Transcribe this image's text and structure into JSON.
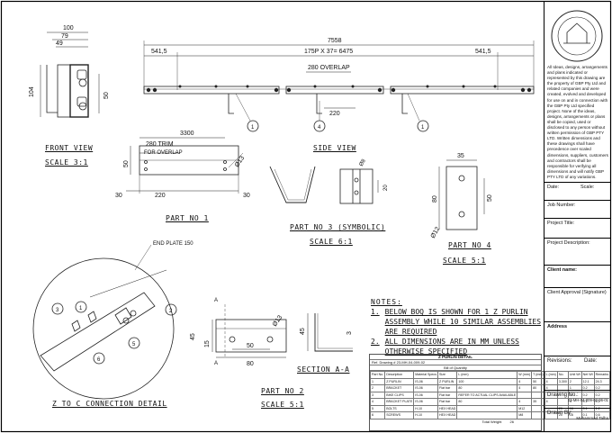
{
  "views": {
    "front": {
      "title": "FRONT VIEW",
      "scale": "SCALE 3:1",
      "dims": [
        "100",
        "79",
        "49",
        "104",
        "50"
      ]
    },
    "side": {
      "title": "SIDE VIEW",
      "dims": {
        "total": "7558",
        "left": "541,5",
        "middle": "175P X 37= 6475",
        "right": "541,5",
        "overlap": "280 OVERLAP",
        "gap": "220"
      },
      "balloons": [
        "1",
        "4",
        "1"
      ]
    },
    "part1": {
      "title": "PART NO 1",
      "dims": {
        "length": "3300",
        "trim": "280 TRIM",
        "trim_note": "FOR OVERLAP",
        "height": "50",
        "hole": "Ø13",
        "a": "30",
        "b": "220",
        "c": "30"
      }
    },
    "part3": {
      "title": "PART NO 3 (SYMBOLIC)",
      "scale": "SCALE 6:1",
      "dims": [
        "Ø8",
        "20"
      ]
    },
    "part4": {
      "title": "PART NO 4",
      "scale": "SCALE 5:1",
      "dims": [
        "35",
        "80",
        "50",
        "Ø12"
      ]
    },
    "detail": {
      "title": "Z TO C CONNECTION DETAIL",
      "end_plate": "END PLATE 150",
      "balloons": [
        "3",
        "1",
        "2",
        "5",
        "6"
      ]
    },
    "part2": {
      "title": "PART NO 2",
      "scale": "SCALE 5:1",
      "dims": [
        "A",
        "A",
        "45",
        "15",
        "50",
        "80",
        "Ø13"
      ]
    },
    "section": {
      "title": "SECTION A-A",
      "dims": [
        "45",
        "3"
      ]
    }
  },
  "notes": {
    "heading": "NOTES:",
    "items": [
      {
        "num": "1.",
        "text": "BELOW BOQ IS SHOWN FOR 1 Z PURLIN ASSEMBLY WHILE 10 SIMILAR ASSEMBLIES ARE REQUIRED"
      },
      {
        "num": "2.",
        "text": "ALL DIMENSIONS ARE IN MM UNLESS OTHERWISE SPECIFIED"
      }
    ]
  },
  "bom": {
    "title": "Z PURLIN DETAIL",
    "ref": "Ref. Drawing # 23-MH-04-009-02",
    "boq_title": "Bill of Quantity",
    "headers": [
      "Part No.",
      "Description",
      "Material Specs",
      "Size",
      "L (mm)",
      "W (mm)",
      "T (mm)",
      "L (mm)",
      "No.",
      "Unit Wt",
      "Net Wt",
      "Remarks"
    ],
    "rows": [
      [
        "1",
        "Z PURLIN",
        "IS-06",
        "Z PURLIN",
        "100",
        "4",
        "50",
        "4",
        "3,300",
        "2",
        "12.1",
        "24.3",
        ""
      ],
      [
        "2",
        "BRACKET",
        "IS-06",
        "Flat bar",
        "80",
        "4",
        "80",
        "4",
        "",
        "1",
        "0.2",
        "0.2",
        ""
      ],
      [
        "3",
        "BIKE CLIPS",
        "IS-06",
        "Flat bar",
        "REFER TO ACTUAL CLIPS AVAILABLE",
        "",
        "",
        "",
        "",
        "1",
        "0.2",
        "0.2",
        ""
      ],
      [
        "4",
        "BRACKET PLATE",
        "IS-06",
        "Flat bar",
        "80",
        "4",
        "35",
        "4",
        "",
        "4",
        "0.1",
        "0.2",
        ""
      ],
      [
        "5",
        "BOLTS",
        "H-10",
        "HEX HEAD",
        "",
        "M12",
        "",
        "",
        "20",
        "16",
        "0.1",
        "1.2",
        ""
      ],
      [
        "6",
        "SCREWS",
        "H-10",
        "HEX HEAD",
        "",
        "M8",
        "",
        "",
        "20",
        "16",
        "0.1",
        "0.6",
        ""
      ]
    ],
    "total_label": "Total Weight",
    "total_value": "26"
  },
  "title_block": {
    "disclaimer": "All Ideas, designs, arrangements and plans indicated or represented by this drawing are the property of GBP Pty Ltd and related companies and were created, evolved and developed for use on and in connection with the GBP Pty Ltd specified project. None of the ideas, designs, arrangements or plans shall be copied, used or disclosed to any person without written permission of GBP PTY LTD. Written dimensions and these drawings shall have precedence over scaled dimensions, suppliers, customers and contractors shall be responsible for verifying all dimensions and will notify GBP PTY LTD of any variations.",
    "date_label": "Date:",
    "scale_label": "Scale:",
    "job_label": "Job Number:",
    "project_title_label": "Project Title:",
    "project_desc_label": "Project Description:",
    "client_label": "Client name:",
    "approval_label": "Client Approval (Signature)",
    "address_label": "Address",
    "revisions_label": "Revisions:",
    "rev_date_label": "Date:",
    "drawing_no_label": "Drawing No.:",
    "drawing_no": "23-MH-04-009-02-06-01",
    "drawn_by_label": "Drawn By:",
    "drawn_by": "Muhammad Talha"
  }
}
